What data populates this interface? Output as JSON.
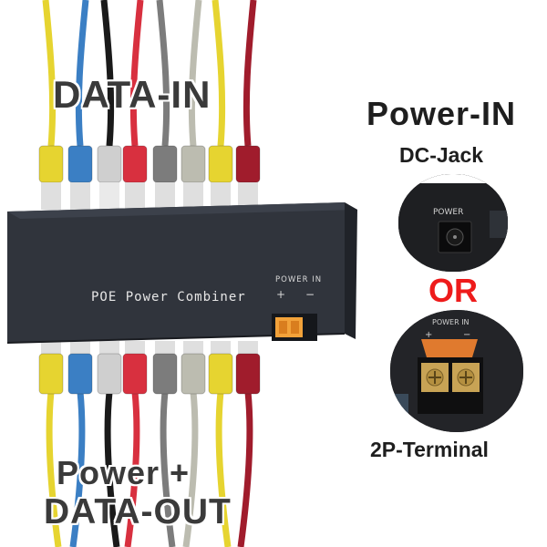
{
  "labels": {
    "data_in": "DATA-IN",
    "power_in": "Power-IN",
    "dc_jack": "DC-Jack",
    "or": "OR",
    "terminal": "2P-Terminal",
    "power_plus": "Power +",
    "data_out": "DATA-OUT"
  },
  "device": {
    "name": "POE Power Combiner",
    "power_in_label": "POWER IN",
    "plus": "+",
    "minus": "−"
  },
  "inset_dc_jack": {
    "port_label": "POWER"
  },
  "inset_terminal": {
    "port_label": "POWER IN",
    "plus": "+",
    "minus": "−"
  },
  "cables": {
    "colors": [
      "#e6d430",
      "#3b7fc4",
      "#1a1a1a",
      "#d8303f",
      "#7c7c7c",
      "#bcbcb0",
      "#e6d430",
      "#a01c2c"
    ]
  },
  "colors": {
    "accent_or": "#ee1b1b",
    "device_body": "#2b2f38",
    "led": "#f2a23a"
  }
}
